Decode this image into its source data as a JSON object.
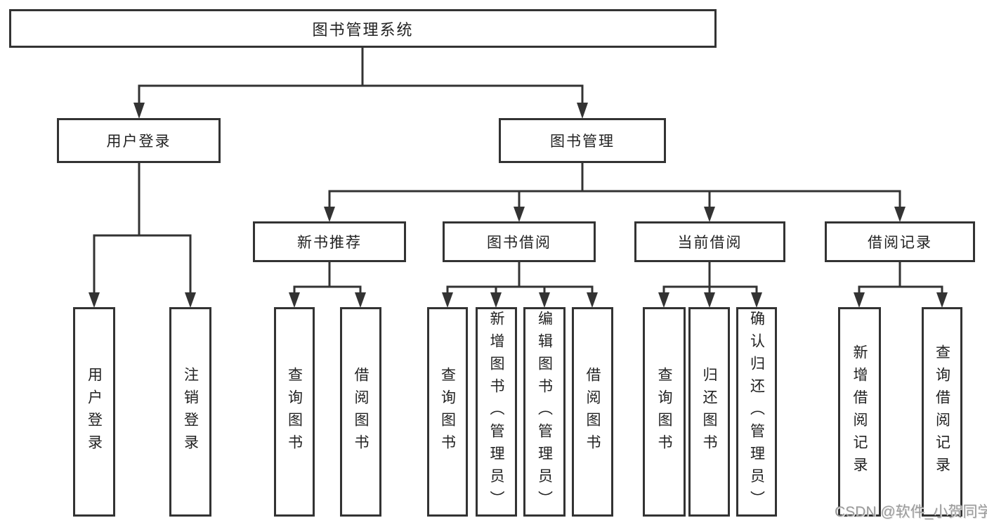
{
  "diagram": {
    "root": {
      "label": "图书管理系统"
    },
    "branches": [
      {
        "label": "用户登录",
        "children": [
          {
            "label": "用户登录"
          },
          {
            "label": "注销登录"
          }
        ]
      },
      {
        "label": "图书管理",
        "children": [
          {
            "label": "新书推荐",
            "children": [
              {
                "label": "查询图书"
              },
              {
                "label": "借阅图书"
              }
            ]
          },
          {
            "label": "图书借阅",
            "children": [
              {
                "label": "查询图书"
              },
              {
                "label": "新增图书（管理员）"
              },
              {
                "label": "编辑图书（管理员）"
              },
              {
                "label": "借阅图书"
              }
            ]
          },
          {
            "label": "当前借阅",
            "children": [
              {
                "label": "查询图书"
              },
              {
                "label": "归还图书"
              },
              {
                "label": "确认归还（管理员）"
              }
            ]
          },
          {
            "label": "借阅记录",
            "children": [
              {
                "label": "新增借阅记录"
              },
              {
                "label": "查询借阅记录"
              }
            ]
          }
        ]
      }
    ]
  },
  "watermark": {
    "text": "CSDN @软件_小贺同学"
  },
  "colors": {
    "line": "#333333",
    "border": "#333333",
    "text": "#222222",
    "background": "#ffffff",
    "watermark": "#9b9b9b"
  }
}
